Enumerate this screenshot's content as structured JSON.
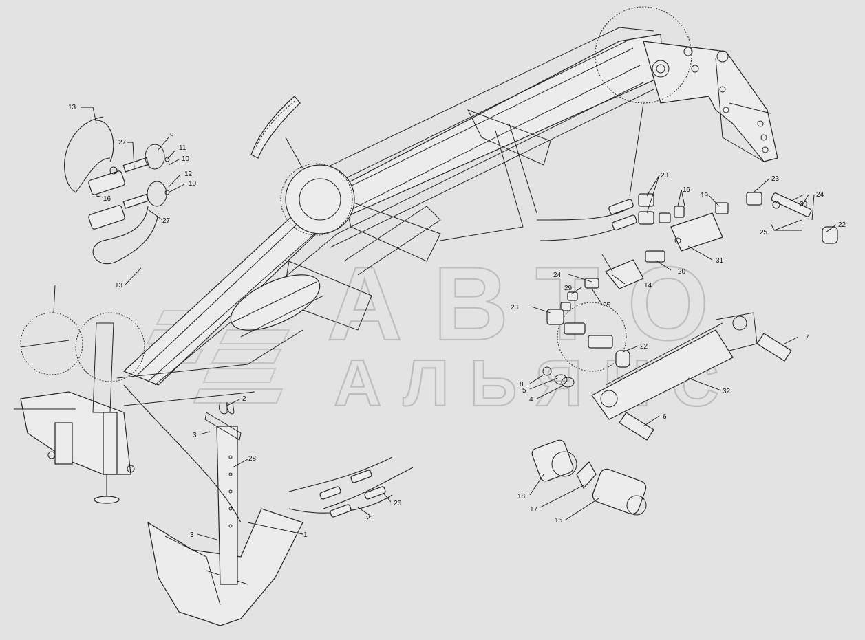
{
  "watermark": {
    "line1": "АВТО",
    "line2": "АЛЬЯНС"
  },
  "callouts": [
    {
      "id": "c13a",
      "label": "13"
    },
    {
      "id": "c27a",
      "label": "27"
    },
    {
      "id": "c9",
      "label": "9"
    },
    {
      "id": "c11",
      "label": "11"
    },
    {
      "id": "c10a",
      "label": "10"
    },
    {
      "id": "c12",
      "label": "12"
    },
    {
      "id": "c10b",
      "label": "10"
    },
    {
      "id": "c16",
      "label": "16"
    },
    {
      "id": "c27b",
      "label": "27"
    },
    {
      "id": "c13b",
      "label": "13"
    },
    {
      "id": "c23a",
      "label": "23"
    },
    {
      "id": "c19a",
      "label": "19"
    },
    {
      "id": "c19b",
      "label": "19"
    },
    {
      "id": "c23b",
      "label": "23"
    },
    {
      "id": "c24a",
      "label": "24"
    },
    {
      "id": "c30",
      "label": "30"
    },
    {
      "id": "c25a",
      "label": "25"
    },
    {
      "id": "c22a",
      "label": "22"
    },
    {
      "id": "c20",
      "label": "20"
    },
    {
      "id": "c31",
      "label": "31"
    },
    {
      "id": "c24b",
      "label": "24"
    },
    {
      "id": "c29",
      "label": "29"
    },
    {
      "id": "c14",
      "label": "14"
    },
    {
      "id": "c25b",
      "label": "25"
    },
    {
      "id": "c23c",
      "label": "23"
    },
    {
      "id": "c22b",
      "label": "22"
    },
    {
      "id": "c7",
      "label": "7"
    },
    {
      "id": "c8",
      "label": "8"
    },
    {
      "id": "c5",
      "label": "5"
    },
    {
      "id": "c4",
      "label": "4"
    },
    {
      "id": "c32",
      "label": "32"
    },
    {
      "id": "c6",
      "label": "6"
    },
    {
      "id": "c2",
      "label": "2"
    },
    {
      "id": "c3a",
      "label": "3"
    },
    {
      "id": "c28",
      "label": "28"
    },
    {
      "id": "c3b",
      "label": "3"
    },
    {
      "id": "c1",
      "label": "1"
    },
    {
      "id": "c26",
      "label": "26"
    },
    {
      "id": "c21",
      "label": "21"
    },
    {
      "id": "c18",
      "label": "18"
    },
    {
      "id": "c17",
      "label": "17"
    },
    {
      "id": "c15",
      "label": "15"
    }
  ]
}
